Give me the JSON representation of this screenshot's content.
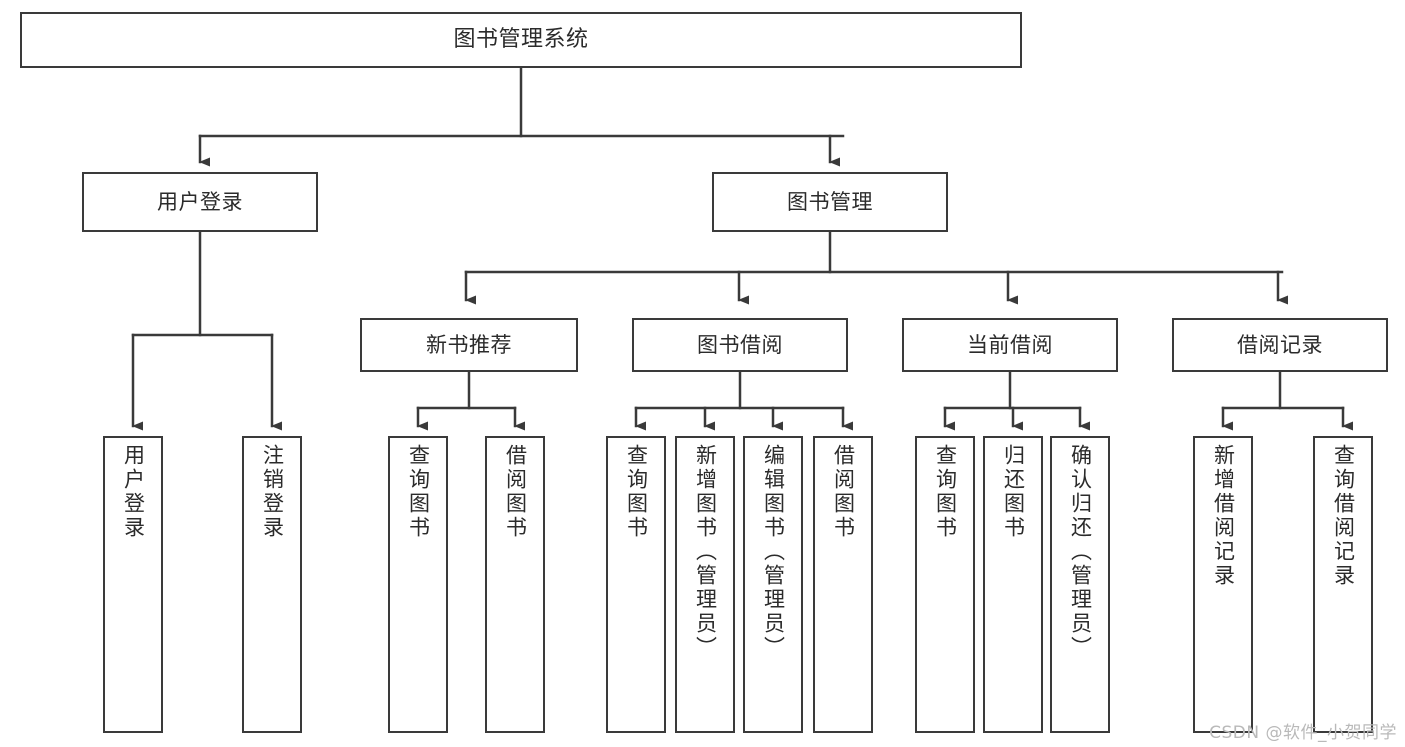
{
  "diagram": {
    "title": "图书管理系统",
    "watermark": "CSDN @软件_小贺同学",
    "colors": {
      "stroke": "#3a3a3a",
      "text": "#2b2b2b",
      "background": "#ffffff",
      "watermark": "#b9b9b9"
    },
    "nodes": {
      "root": {
        "label": "图书管理系统"
      },
      "level1": [
        {
          "id": "user-login",
          "label": "用户登录"
        },
        {
          "id": "book-manage",
          "label": "图书管理"
        }
      ],
      "level2": [
        {
          "id": "new-book-rec",
          "label": "新书推荐"
        },
        {
          "id": "book-borrow",
          "label": "图书借阅"
        },
        {
          "id": "current-borrow",
          "label": "当前借阅"
        },
        {
          "id": "borrow-record",
          "label": "借阅记录"
        }
      ],
      "leaves": {
        "user_login": [
          {
            "id": "leaf-user-login",
            "label": "用户登录"
          },
          {
            "id": "leaf-logout",
            "label": "注销登录"
          }
        ],
        "new_book_rec": [
          {
            "id": "leaf-query-book-1",
            "label": "查询图书"
          },
          {
            "id": "leaf-borrow-book-1",
            "label": "借阅图书"
          }
        ],
        "book_borrow": [
          {
            "id": "leaf-query-book-2",
            "label": "查询图书"
          },
          {
            "id": "leaf-add-book",
            "label": "新增图书（管理员）"
          },
          {
            "id": "leaf-edit-book",
            "label": "编辑图书（管理员）"
          },
          {
            "id": "leaf-borrow-book-2",
            "label": "借阅图书"
          }
        ],
        "current_borrow": [
          {
            "id": "leaf-query-book-3",
            "label": "查询图书"
          },
          {
            "id": "leaf-return-book",
            "label": "归还图书"
          },
          {
            "id": "leaf-confirm-return",
            "label": "确认归还（管理员）"
          }
        ],
        "borrow_record": [
          {
            "id": "leaf-add-record",
            "label": "新增借阅记录"
          },
          {
            "id": "leaf-query-record",
            "label": "查询借阅记录"
          }
        ]
      }
    }
  },
  "chart_data": {
    "type": "tree-diagram",
    "title": "图书管理系统",
    "orientation": "top-down",
    "levels": 4,
    "tree": {
      "label": "图书管理系统",
      "children": [
        {
          "label": "用户登录",
          "children": [
            {
              "label": "用户登录"
            },
            {
              "label": "注销登录"
            }
          ]
        },
        {
          "label": "图书管理",
          "children": [
            {
              "label": "新书推荐",
              "children": [
                {
                  "label": "查询图书"
                },
                {
                  "label": "借阅图书"
                }
              ]
            },
            {
              "label": "图书借阅",
              "children": [
                {
                  "label": "查询图书"
                },
                {
                  "label": "新增图书（管理员）"
                },
                {
                  "label": "编辑图书（管理员）"
                },
                {
                  "label": "借阅图书"
                }
              ]
            },
            {
              "label": "当前借阅",
              "children": [
                {
                  "label": "查询图书"
                },
                {
                  "label": "归还图书"
                },
                {
                  "label": "确认归还（管理员）"
                }
              ]
            },
            {
              "label": "借阅记录",
              "children": [
                {
                  "label": "新增借阅记录"
                },
                {
                  "label": "查询借阅记录"
                }
              ]
            }
          ]
        }
      ]
    }
  }
}
